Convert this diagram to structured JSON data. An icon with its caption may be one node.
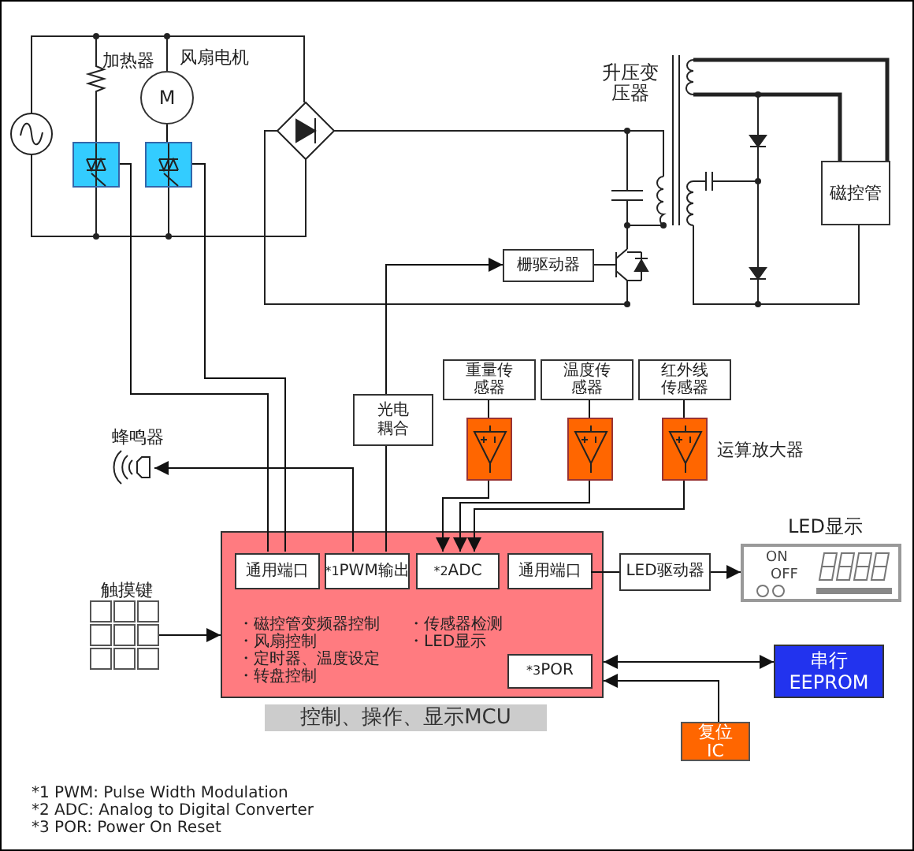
{
  "diagram": {
    "nodes": [
      {
        "text": [],
        "shape": "box"
      },
      {
        "text": [],
        "shape": "box"
      },
      {
        "text": [
          "栅驱动器"
        ]
      },
      {
        "text": [
          "光电耦合"
        ]
      },
      {
        "text": [
          "重量传感器"
        ]
      },
      {
        "text": [
          "温度传感器"
        ]
      },
      {
        "text": [
          "红外线传感器"
        ]
      },
      {
        "text": [],
        "shape": "box"
      },
      {
        "text": [],
        "shape": "box"
      },
      {
        "text": [],
        "shape": "box"
      },
      {
        "text": [
          "蜂鸣器"
        ]
      },
      {
        "text": [
          "・磁控管变频器控制",
          "・风扇控制",
          "・定时器、温度设定",
          "・转盘控制",
          "・传感器检测",
          "・LED显示"
        ],
        "beside": [
          "控制、操作、显示MCU"
        ]
      },
      {
        "text": [
          "通用端口"
        ],
        "in": 11
      },
      {
        "text": [
          "$^{*1}$PWM输出"
        ],
        "in": 11
      },
      {
        "text": [
          "$^{*2}$ADC"
        ],
        "in": 11
      },
      {
        "text": [
          "通用端口"
        ],
        "in": 11
      },
      {
        "text": [
          "$^{*3}$POR"
        ],
        "in": 11
      },
      {
        "text": [
          "触摸键"
        ]
      },
      {
        "text": [
          "LED驱动器"
        ]
      },
      {
        "text": [
          "LED显示",
          "ON",
          "OFF"
        ]
      },
      {
        "text": [
          "串行 EEPROM"
        ]
      },
      {
        "text": [
          "复位 IC"
        ]
      },
      {
        "text": [
          "磁控管"
        ]
      },
      {
        "text": [
          "M"
        ],
        "beside": [
          "风扇电机"
        ]
      }
    ],
    "edges": [
      {
        "from": 0,
        "to": 12,
        "arrow": "none"
      },
      {
        "from": 1,
        "to": 12,
        "arrow": "none"
      },
      {
        "from": 23,
        "to": 1,
        "arrow": "none"
      },
      {
        "from": 13,
        "to": 3,
        "arrow": "none"
      },
      {
        "from": 3,
        "to": 2,
        "arrow": "to"
      },
      {
        "from": 13,
        "to": 10,
        "arrow": "to"
      },
      {
        "from": 4,
        "to": 7,
        "arrow": "none"
      },
      {
        "from": 5,
        "to": 8,
        "arrow": "none"
      },
      {
        "from": 6,
        "to": 9,
        "arrow": "none"
      },
      {
        "from": 7,
        "to": 14,
        "arrow": "to"
      },
      {
        "from": 8,
        "to": 14,
        "arrow": "to"
      },
      {
        "from": 9,
        "to": 14,
        "arrow": "to"
      },
      {
        "from": 15,
        "to": 18,
        "arrow": "none"
      },
      {
        "from": 18,
        "to": 19,
        "arrow": "to"
      },
      {
        "from": 17,
        "to": 11,
        "arrow": "to"
      },
      {
        "from": 11,
        "to": 20,
        "arrow": "both"
      },
      {
        "from": 21,
        "to": 11,
        "arrow": "to"
      }
    ],
    "labels": [
      "加热器",
      "升压变压器",
      "运算放大器",
      "*1 PWM: Pulse Width Modulation",
      "*2 ADC: Analog to Digital Converter",
      "*3 POR: Power On Reset"
    ]
  }
}
